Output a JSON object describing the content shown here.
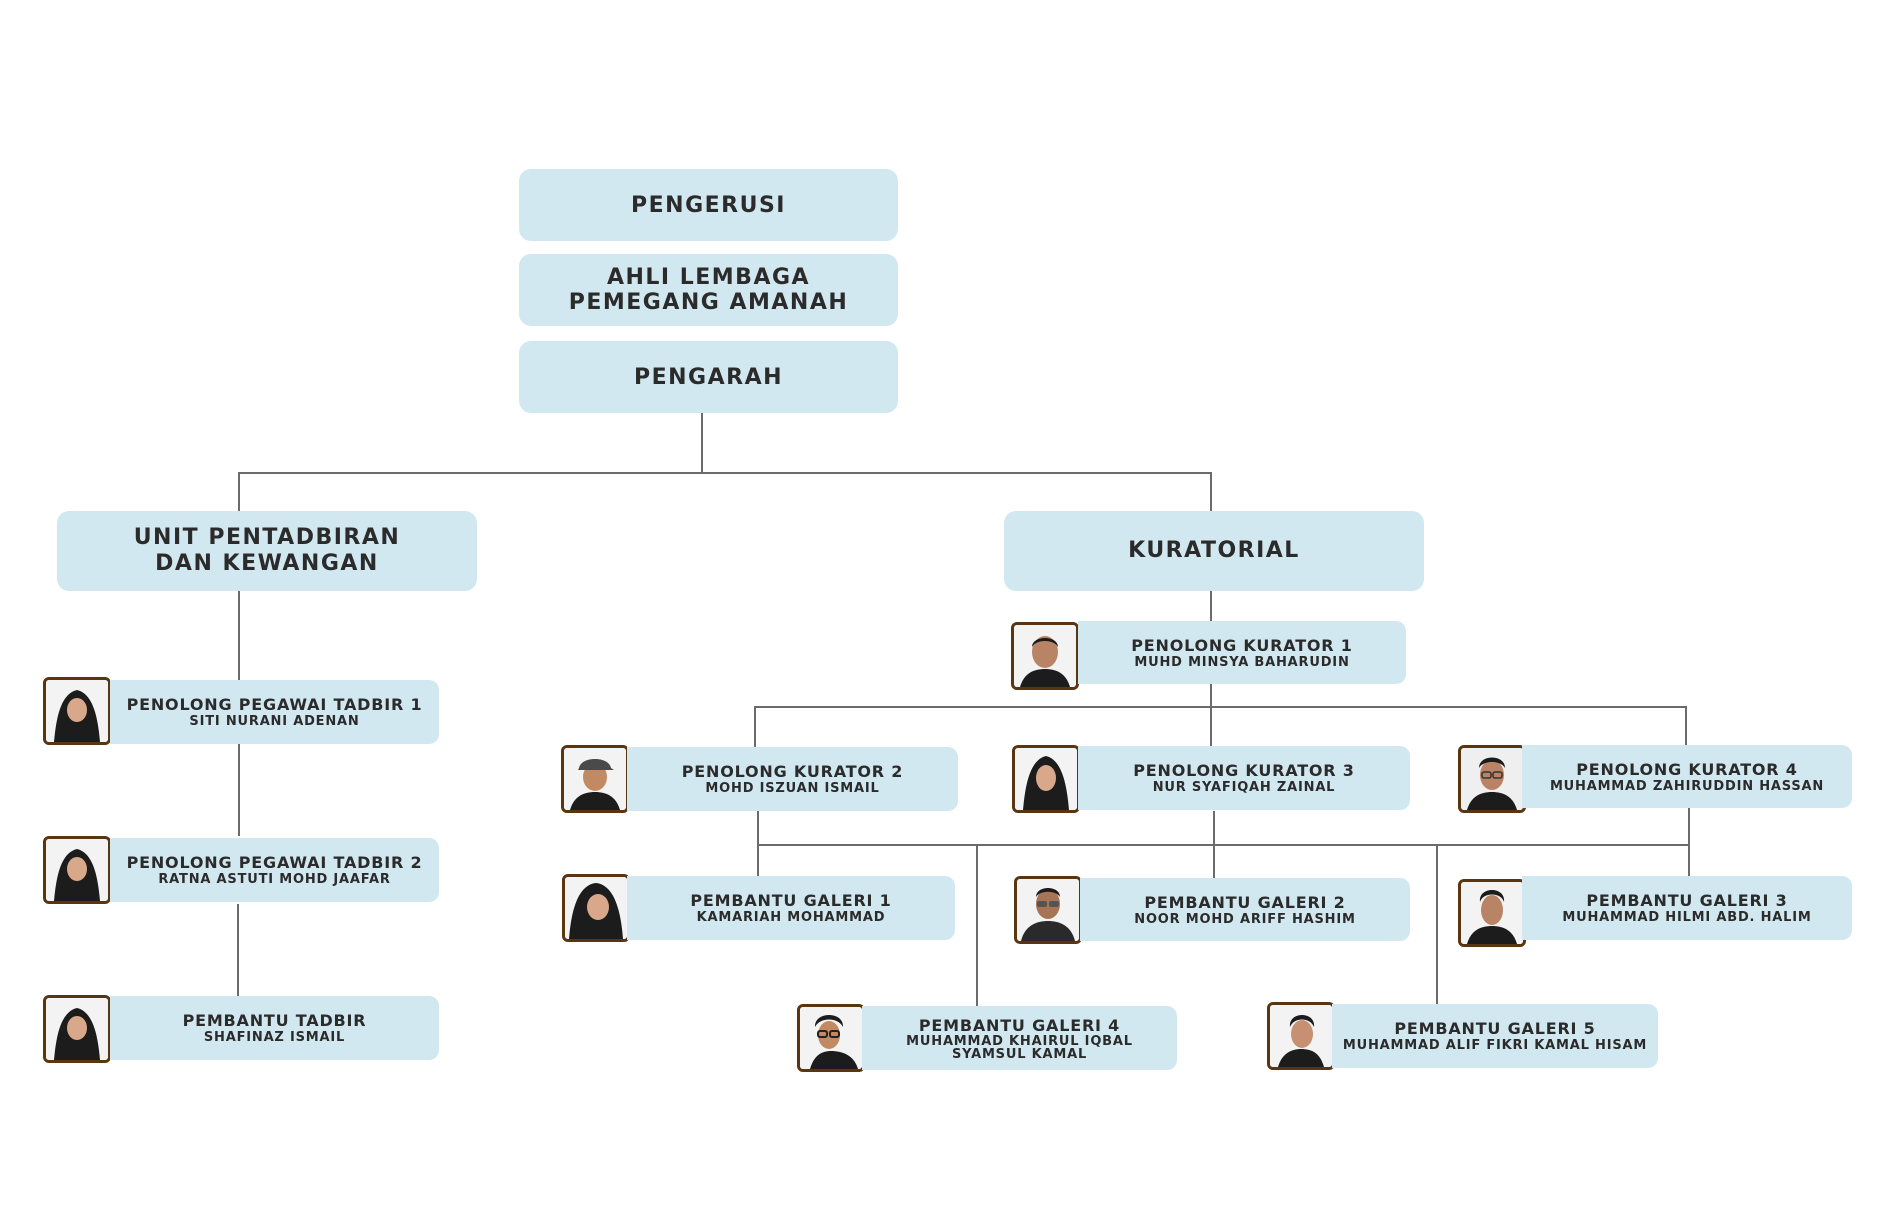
{
  "top": {
    "chairman": "PENGERUSI",
    "board_line1": "AHLI LEMBAGA",
    "board_line2": "PEMEGANG AMANAH",
    "director": "PENGARAH"
  },
  "units": {
    "admin_line1": "UNIT PENTADBIRAN",
    "admin_line2": "DAN KEWANGAN",
    "curatorial": "KURATORIAL"
  },
  "admin_staff": [
    {
      "role": "PENOLONG PEGAWAI TADBIR 1",
      "name": "SITI NURANI ADENAN",
      "photo": "woman-hijab-portrait"
    },
    {
      "role": "PENOLONG PEGAWAI TADBIR 2",
      "name": "RATNA ASTUTI MOHD JAAFAR",
      "photo": "woman-hijab-portrait"
    },
    {
      "role": "PEMBANTU TADBIR",
      "name": "SHAFINAZ ISMAIL",
      "photo": "woman-hijab-portrait"
    }
  ],
  "curatorial_staff": {
    "k1": {
      "role": "PENOLONG KURATOR 1",
      "name": "MUHD MINSYA BAHARUDIN",
      "photo": "man-portrait"
    },
    "k2": {
      "role": "PENOLONG KURATOR 2",
      "name": "MOHD ISZUAN ISMAIL",
      "photo": "man-cap-portrait"
    },
    "k3": {
      "role": "PENOLONG KURATOR 3",
      "name": "NUR SYAFIQAH ZAINAL",
      "photo": "woman-hijab-portrait"
    },
    "k4": {
      "role": "PENOLONG KURATOR 4",
      "name": "MUHAMMAD ZAHIRUDDIN HASSAN",
      "photo": "man-glasses-portrait"
    },
    "g1": {
      "role": "PEMBANTU GALERI 1",
      "name": "KAMARIAH MOHAMMAD",
      "photo": "woman-hijab-portrait"
    },
    "g2": {
      "role": "PEMBANTU GALERI 2",
      "name": "NOOR MOHD ARIFF HASHIM",
      "photo": "man-glasses-portrait"
    },
    "g3": {
      "role": "PEMBANTU GALERI 3",
      "name": "MUHAMMAD HILMI ABD. HALIM",
      "photo": "man-portrait"
    },
    "g4": {
      "role": "PEMBANTU GALERI 4",
      "name_line1": "MUHAMMAD KHAIRUL IQBAL",
      "name_line2": "SYAMSUL KAMAL",
      "photo": "man-glasses-portrait"
    },
    "g5": {
      "role": "PEMBANTU GALERI 5",
      "name": "MUHAMMAD ALIF FIKRI KAMAL HISAM",
      "photo": "man-portrait"
    }
  },
  "colors": {
    "box_fill": "#d2e8f0",
    "line": "#6b6b6b",
    "photo_border": "#5a3512",
    "text": "#2b2b2b"
  }
}
